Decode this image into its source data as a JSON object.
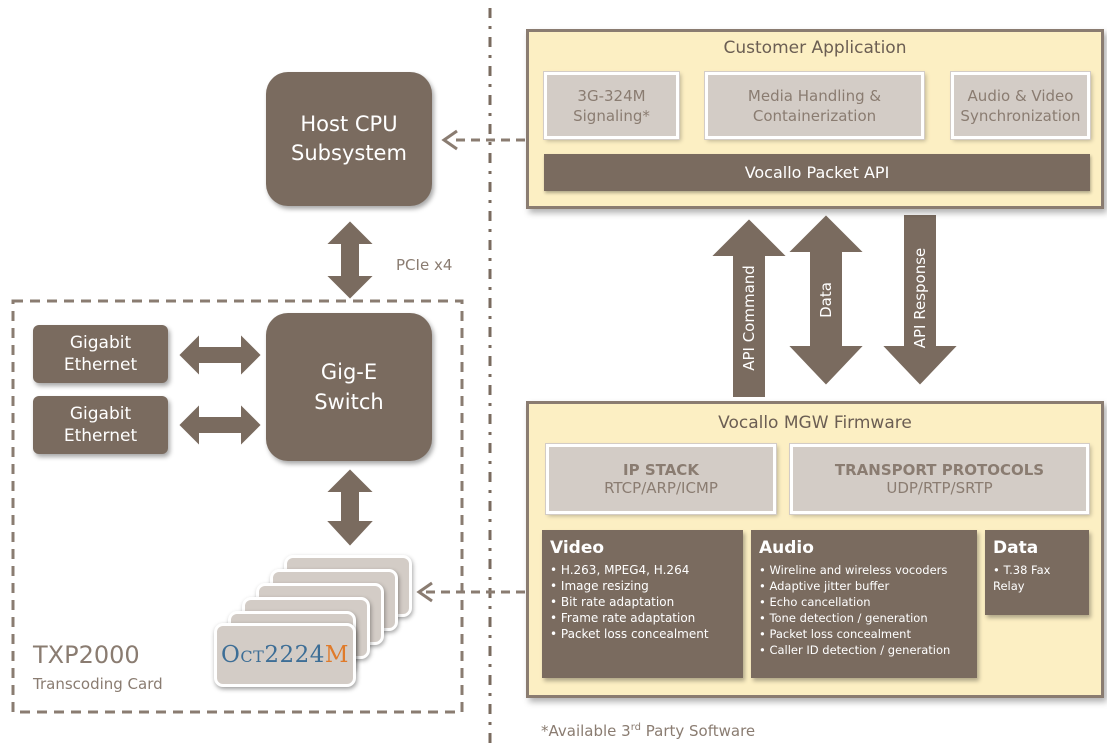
{
  "host_cpu": {
    "label": "Host CPU\nSubsystem"
  },
  "pcie_label": "PCIe x4",
  "gige_switch": {
    "label": "Gig-E\nSwitch"
  },
  "ethernet": [
    {
      "label": "Gigabit\nEthernet"
    },
    {
      "label": "Gigabit\nEthernet"
    }
  ],
  "oct_logo": {
    "prefix": "Oct",
    "number": "2224",
    "suffix": "M"
  },
  "card": {
    "title": "TXP2000",
    "subtitle": "Transcoding Card"
  },
  "customer_app": {
    "title": "Customer Application",
    "modules": [
      "3G-324M\nSignaling*",
      "Media Handling &\nContainerization",
      "Audio & Video\nSynchronization"
    ],
    "api_bar": "Vocallo Packet API"
  },
  "arrows": {
    "api_command": "API Command",
    "data": "Data",
    "api_response": "API Response"
  },
  "firmware": {
    "title": "Vocallo MGW Firmware",
    "ip_stack": {
      "title": "IP STACK",
      "sub": "RTCP/ARP/ICMP"
    },
    "transport": {
      "title": "TRANSPORT PROTOCOLS",
      "sub": "UDP/RTP/SRTP"
    },
    "video": {
      "title": "Video",
      "items": [
        "H.263, MPEG4, H.264",
        "Image resizing",
        "Bit rate adaptation",
        "Frame rate adaptation",
        "Packet loss concealment"
      ]
    },
    "audio": {
      "title": "Audio",
      "items": [
        "Wireline and wireless vocoders",
        "Adaptive jitter buffer",
        "Echo cancellation",
        "Tone detection / generation",
        "Packet loss concealment",
        "Caller ID detection / generation"
      ]
    },
    "data_box": {
      "title": "Data",
      "items": [
        "T.38 Fax Relay"
      ]
    }
  },
  "footnote": {
    "pre": "*Available 3",
    "sup": "rd",
    "post": " Party Software"
  },
  "colors": {
    "dark": "#7a6b5f",
    "gray": "#d3ccc6",
    "cream": "#fcefc3",
    "text": "#6b5e53",
    "logo_blue": "#3d6e96",
    "logo_orange": "#e07b2a"
  }
}
